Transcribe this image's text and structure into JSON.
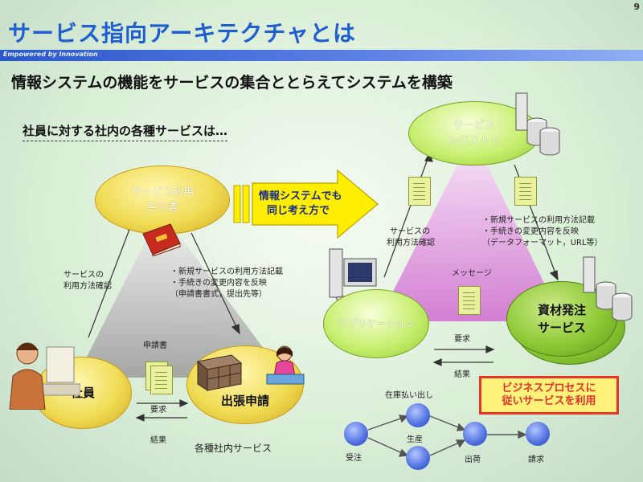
{
  "slide": {
    "title": "サービス指向アーキテクチャとは",
    "page_number": "9",
    "tagline": "Empowered by Innovation",
    "subtitle": "情報システムの機能をサービスの集合ととらえてシステムを構築"
  },
  "left": {
    "heading": "社員に対する社内の各種サービスは…",
    "guide_line1": "サービス利用",
    "guide_line2": "手引書",
    "employee": "社員",
    "business_trip": "出張申請",
    "check_usage_line1": "サービスの",
    "check_usage_line2": "利用方法確認",
    "notes": [
      "・新規サービスの利用方法記載",
      "・手続きの変更内容を反映",
      "（申請書書式，提出先等）"
    ],
    "form": "申請書",
    "request": "要求",
    "result": "結果",
    "services_caption": "各種社内サービス"
  },
  "arrow": {
    "line1": "情報システムでも",
    "line2": "同じ考え方で"
  },
  "right": {
    "registry_line1": "サービス",
    "registry_line2": "レジストリ",
    "check_usage_line1": "サービスの",
    "check_usage_line2": "利用方法確認",
    "notes": [
      "・新規サービスの利用方法記載",
      "・手続きの変更内容を反映",
      "（データフォーマット，URL等）"
    ],
    "message": "メッセージ",
    "application": "アプリケーション",
    "material_line1": "資材発注",
    "material_line2": "サービス",
    "request": "要求",
    "result": "結果"
  },
  "banner": {
    "line1": "ビジネスプロセスに",
    "line2": "従いサービスを利用"
  },
  "process": {
    "nodes": [
      "受注",
      "在庫払い出し",
      "生産",
      "出荷",
      "請求"
    ]
  }
}
